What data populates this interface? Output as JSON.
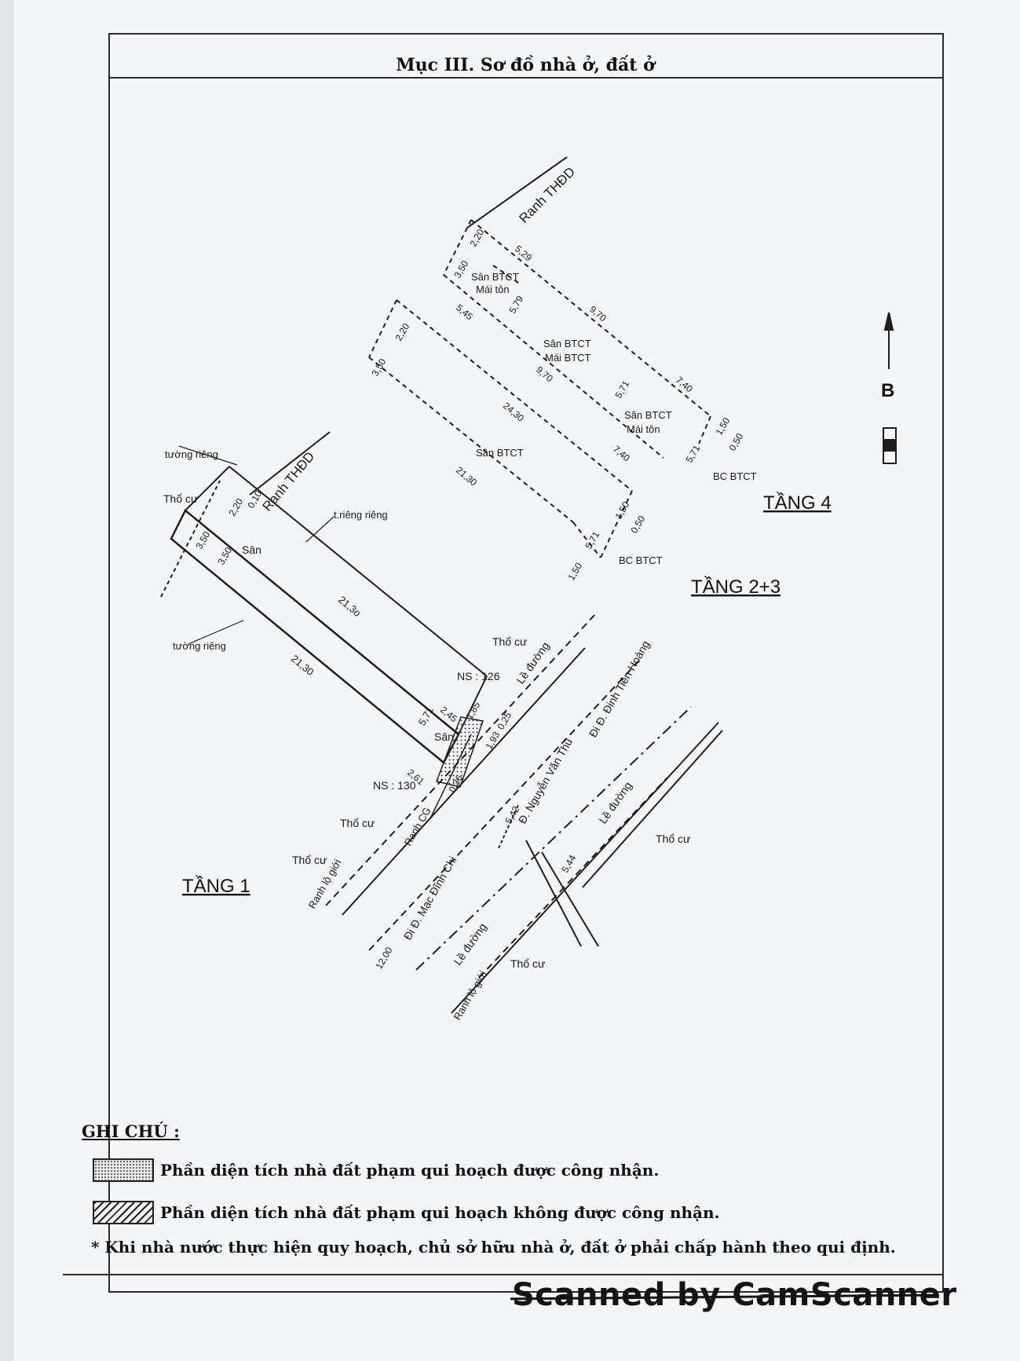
{
  "title": "Mục III. Sơ đồ nhà ở, đất ở",
  "floors": {
    "floor1": "TẦNG 1",
    "floor23": "TẦNG 2+3",
    "floor4": "TẦNG 4"
  },
  "north_arrow": "B",
  "labels": {
    "ranh_thdd": "Ranh THĐD",
    "tuong_rieng": "tường riêng",
    "t_rieng": "t.riêng riêng",
    "tho_cu": "Thổ cư",
    "san": "Sân",
    "san_btct": "Sân BTCT",
    "mai_ton": "Mái tôn",
    "mai_btct": "Mái BTCT",
    "bc_btct": "BC BTCT",
    "ns126": "NS : 126",
    "ns130": "NS : 130",
    "le_duong": "Lề đường",
    "ranh_cg": "Ranh CG",
    "ranh_lo_gioi": "Ranh lộ giới",
    "street_nvt": "Đ. Nguyễn Văn Thủ",
    "to_dtd": "Đi Đ. Đinh Tiên Hoàng",
    "to_mdc": "Đi Đ. Mạc Đĩnh Chi"
  },
  "dimensions": {
    "d2130": "21,30",
    "d2130b": "21,3o",
    "d571": "5,71",
    "d350": "3,50",
    "d220": "2,20",
    "d010": "0,10",
    "d245": "2,45",
    "d185": "1,85",
    "d025": "0,25",
    "d193": "1,93",
    "d261": "2,61",
    "d036": "0,36",
    "d542": "5,42",
    "d1200": "12,00",
    "d544": "5,44",
    "d529": "5,29",
    "d579": "5,79",
    "d545": "5,45",
    "d970": "9,70",
    "d740": "7,40",
    "d2430": "24,30",
    "d150": "1,50",
    "d050": "0,50"
  },
  "notes": {
    "heading": "GHI CHÚ :",
    "item1": "Phần diện tích nhà đất phạm qui hoạch được công nhận.",
    "item2": "Phần diện tích nhà đất phạm qui hoạch không được công nhận.",
    "footnote": "* Khi nhà nước thực hiện quy hoạch, chủ sở hữu nhà ở, đất ở phải chấp hành theo qui định."
  },
  "watermark": "Scanned by CamScanner",
  "colors": {
    "ink": "#1a1a1a",
    "paper": "#f4f5f7"
  }
}
